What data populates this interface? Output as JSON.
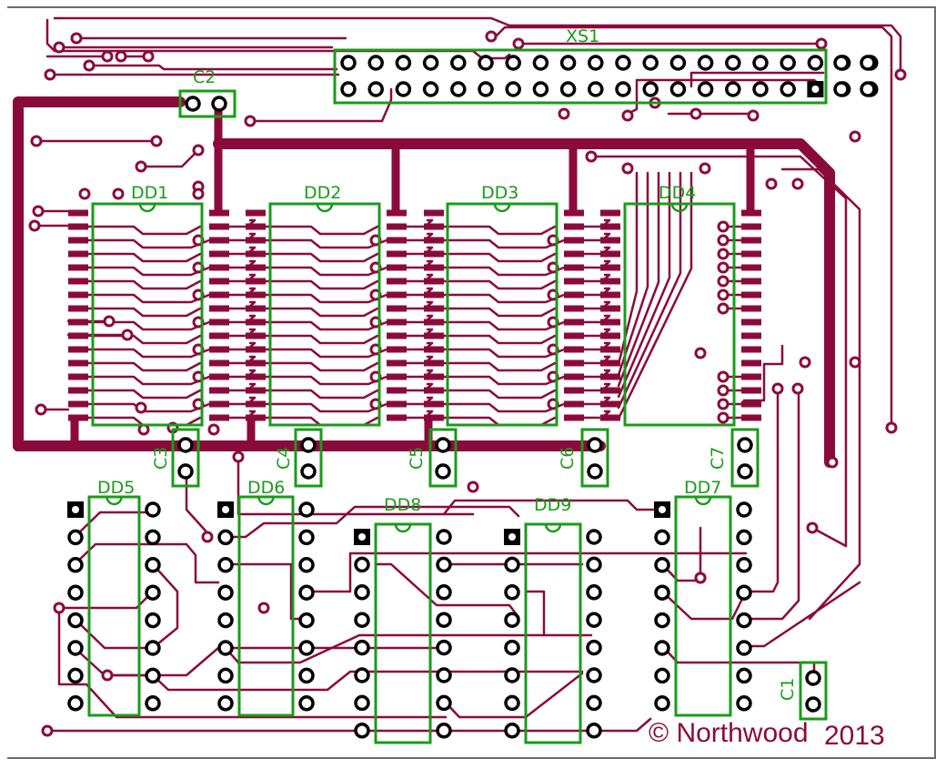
{
  "board": {
    "title": "PCB layout",
    "colors": {
      "copper": "#8b0a3c",
      "silkscreen": "#1a9b1a",
      "pad": "#000000",
      "frame": "#6b6b6b",
      "background": "#ffffff"
    },
    "copyright": "© Northwood",
    "year": "2013"
  },
  "components": {
    "connector": {
      "ref": "XS1",
      "rows": 2,
      "pins_per_row": 20
    },
    "ics_smd": [
      {
        "ref": "DD1",
        "pins_per_side": 16
      },
      {
        "ref": "DD2",
        "pins_per_side": 16
      },
      {
        "ref": "DD3",
        "pins_per_side": 16
      },
      {
        "ref": "DD4",
        "pins_per_side": 16
      }
    ],
    "ics_dip": [
      {
        "ref": "DD5",
        "pins_per_side": 8
      },
      {
        "ref": "DD6",
        "pins_per_side": 8
      },
      {
        "ref": "DD8",
        "pins_per_side": 8
      },
      {
        "ref": "DD9",
        "pins_per_side": 8
      },
      {
        "ref": "DD7",
        "pins_per_side": 8
      }
    ],
    "capacitors": [
      {
        "ref": "C1"
      },
      {
        "ref": "C2"
      },
      {
        "ref": "C3"
      },
      {
        "ref": "C4"
      },
      {
        "ref": "C5"
      },
      {
        "ref": "C6"
      },
      {
        "ref": "C7"
      }
    ]
  }
}
